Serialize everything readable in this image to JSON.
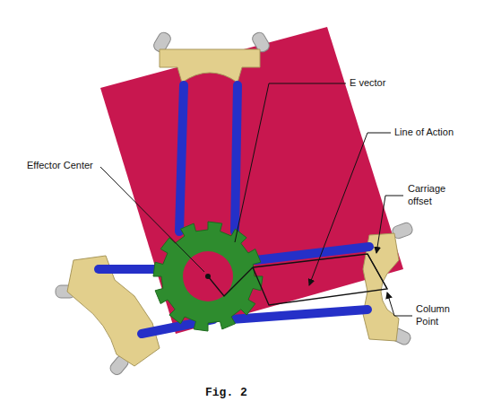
{
  "diagram": {
    "caption": "Fig. 2",
    "labels": [
      "Effector Center",
      "E vector",
      "Line of Action",
      "Carriage offset",
      "Column Point"
    ]
  }
}
